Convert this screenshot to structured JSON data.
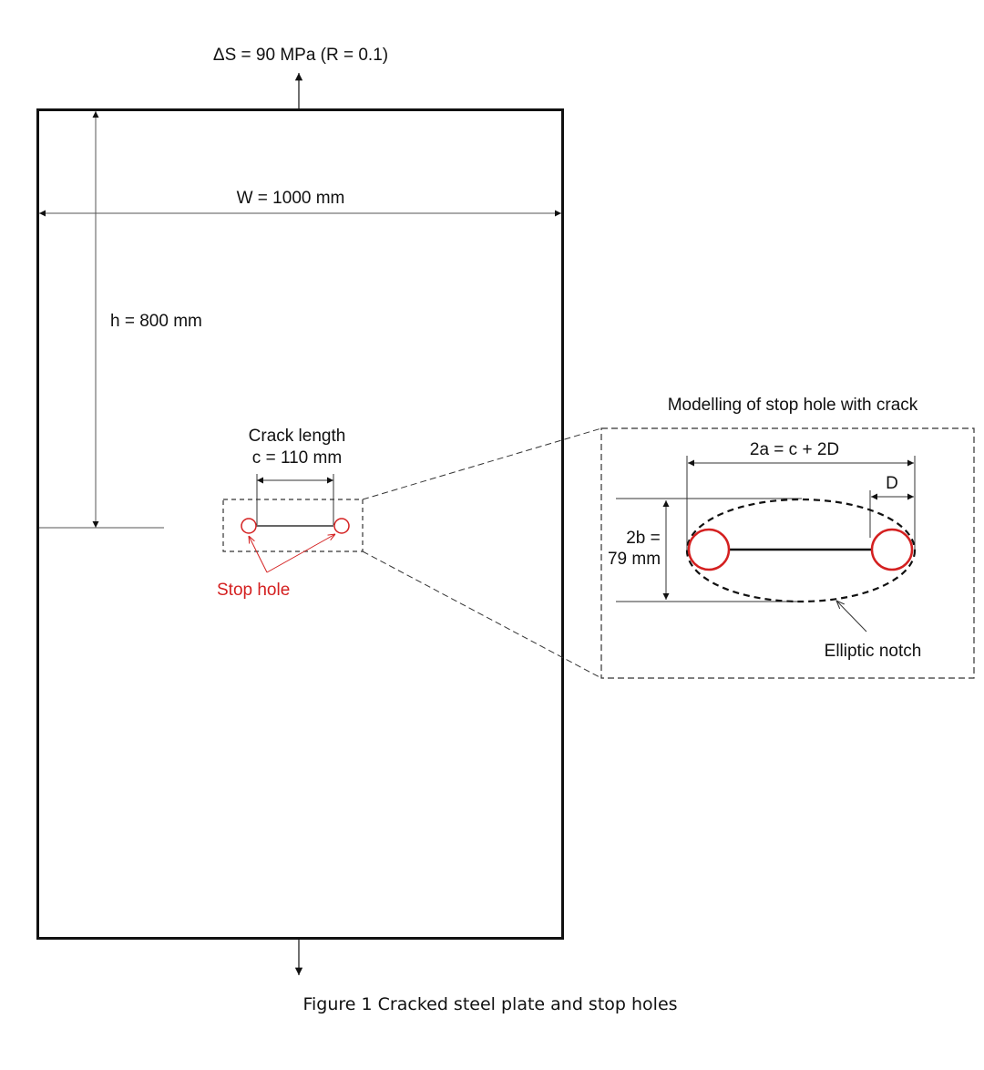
{
  "load_label": "ΔS = 90 MPa (R = 0.1)",
  "width_label": "W = 1000 mm",
  "height_label": "h = 800 mm",
  "crack": {
    "line1": "Crack length",
    "line2": "c = 110 mm"
  },
  "stop_hole_label": "Stop hole",
  "inset": {
    "title": "Modelling of stop hole with crack",
    "major_axis_label": "2a = c + 2D",
    "d_label": "D",
    "minor_axis_line1": "2b =",
    "minor_axis_line2": "79 mm",
    "notch_label": "Elliptic notch"
  },
  "caption": "Figure 1 Cracked steel plate and stop holes",
  "colors": {
    "line": "#111111",
    "red": "#d42020",
    "dim": "#333333"
  }
}
